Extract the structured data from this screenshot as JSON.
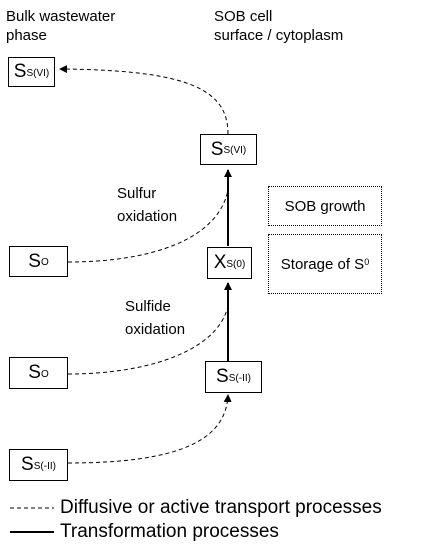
{
  "headers": {
    "bulk_line1": "Bulk wastewater",
    "bulk_line2": "phase",
    "sob_line1": "SOB cell",
    "sob_line2": "surface / cytoplasm"
  },
  "processes": {
    "sulfur_line1": "Sulfur",
    "sulfur_line2": "oxidation",
    "sulfide_line1": "Sulfide",
    "sulfide_line2": "oxidation"
  },
  "boxes": {
    "bulk_ss6": {
      "main": "S",
      "sub": "S(VI)"
    },
    "cell_ss6": {
      "main": "S",
      "sub": "S(VI)"
    },
    "bulk_so_upper": {
      "main": "S",
      "sub": "O"
    },
    "cell_xs0": {
      "main": "X",
      "sub": "S(0)"
    },
    "bulk_so_lower": {
      "main": "S",
      "sub": "O"
    },
    "cell_ss2": {
      "main": "S",
      "sub": "S(-II)"
    },
    "bulk_ss2": {
      "main": "S",
      "sub": "S(-II)"
    }
  },
  "processes_boxes": {
    "growth": "SOB growth",
    "storage": "Storage of S",
    "storage_sup": "0"
  },
  "legend": {
    "dashed_label": "Diffusive or active transport processes",
    "solid_label": "Transformation processes"
  }
}
